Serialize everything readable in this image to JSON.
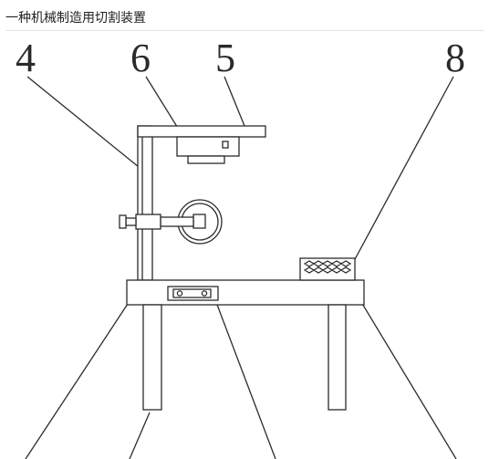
{
  "header": {
    "title": "一种机械制造用切割装置"
  },
  "diagram": {
    "callouts": [
      {
        "key": "4",
        "label": "4"
      },
      {
        "key": "6",
        "label": "6"
      },
      {
        "key": "5",
        "label": "5"
      },
      {
        "key": "8",
        "label": "8"
      }
    ],
    "colors": {
      "line": "#2b2b2b",
      "background": "#ffffff"
    }
  }
}
